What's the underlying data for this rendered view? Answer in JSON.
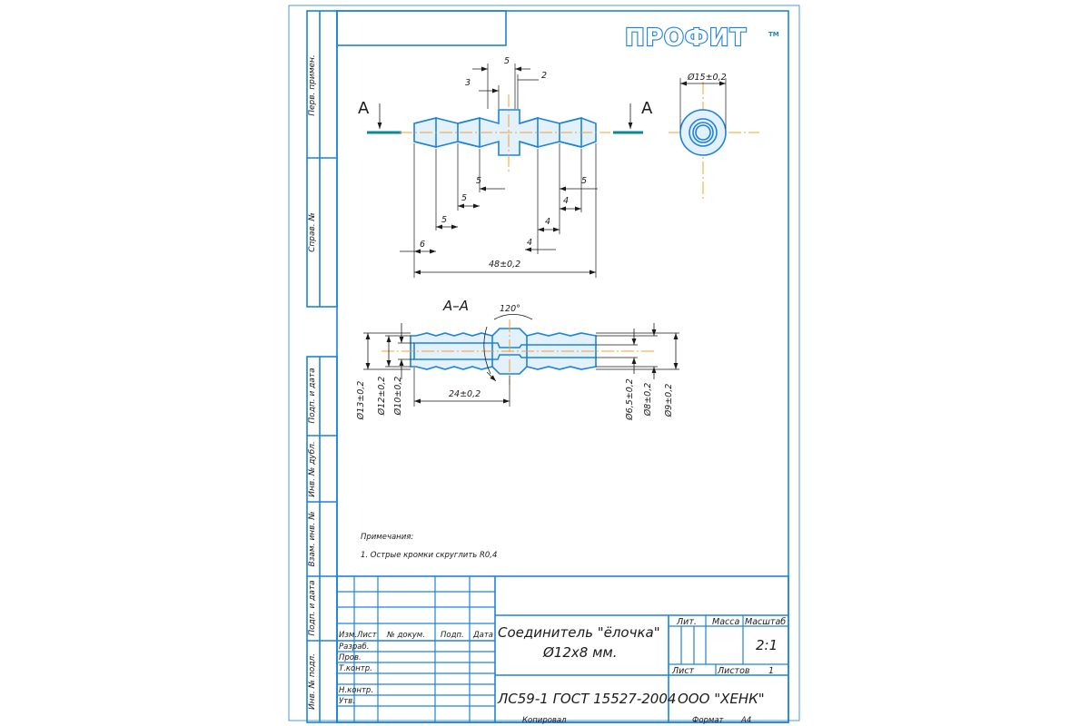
{
  "logo": {
    "text": "ПРОФИТ",
    "trademark": "TM"
  },
  "sidebar": {
    "perv_primen": "Перв. примен.",
    "sprav_no": "Справ. №",
    "podp_data_1": "Подп. и дата",
    "inv_dubl": "Инв. № дубл.",
    "vzam_inv": "Взам. инв. №",
    "podp_data_2": "Подп. и дата",
    "inv_podl": "Инв. № подл."
  },
  "views": {
    "section_mark": "А",
    "section_title": "А–А",
    "top_dims": {
      "d5": "5",
      "d3": "3",
      "d2": "2"
    },
    "side_dims": {
      "diameter": "Ø15±0,2"
    },
    "lower_dims": {
      "left": [
        "5",
        "5",
        "5",
        "6"
      ],
      "right": [
        "5",
        "4",
        "4",
        "4"
      ],
      "overall": "48±0,2"
    },
    "section_dims": {
      "angle": "120°",
      "length": "24±0,2",
      "d13": "Ø13±0,2",
      "d12": "Ø12±0,2",
      "d10": "Ø10±0,2",
      "d65": "Ø6,5±0,2",
      "d8": "Ø8±0,2",
      "d9": "Ø9±0,2"
    }
  },
  "notes": {
    "heading": "Примечания:",
    "item1": "1. Острые кромки скруглить R0,4"
  },
  "title_block": {
    "headers": {
      "izm": "Изм.",
      "list": "Лист",
      "doc_no": "№ докум.",
      "podp": "Подп.",
      "data": "Дата"
    },
    "roles": {
      "razrab": "Разраб.",
      "prov": "Пров.",
      "tkontr": "Т.контр.",
      "nkontr": "Н.контр.",
      "utv": "Утв."
    },
    "name_line1": "Соединитель \"ёлочка\"",
    "name_line2": "Ø12х8 мм.",
    "material": "ЛС59-1 ГОСТ 15527-2004",
    "organization": "ООО \"ХЕНК\"",
    "lit": "Лит.",
    "massa": "Масса",
    "masshtab": "Масштаб",
    "scale_value": "2:1",
    "sheet_label": "Лист",
    "sheets_label": "Листов",
    "sheets_value": "1",
    "copied": "Копировал",
    "format_label": "Формат",
    "format_value": "А4"
  }
}
